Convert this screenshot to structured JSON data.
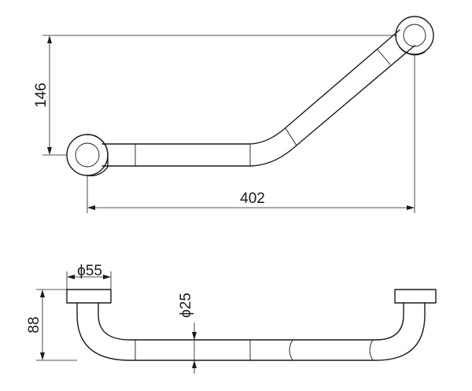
{
  "dimensions": {
    "height_top": "146",
    "width_top": "402",
    "flange_diameter": "ϕ55",
    "tube_diameter": "ϕ25",
    "projection": "88"
  }
}
